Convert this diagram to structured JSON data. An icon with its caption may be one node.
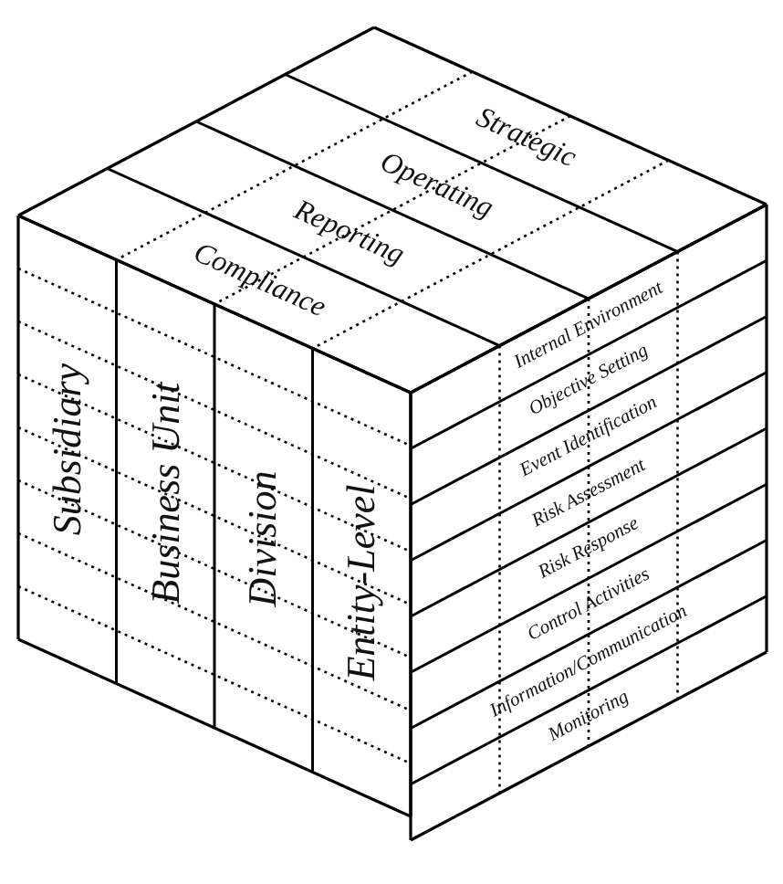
{
  "diagram": {
    "labels": [
      "Strategic",
      "Operating",
      "Reporting",
      "Compliance",
      "Subsidiary",
      "Business Unit",
      "Division",
      "Entity-Level",
      "Internal Environment",
      "Objective Setting",
      "Event Identification",
      "Risk Assessment",
      "Risk Response",
      "Control Activities",
      "Information/Communication",
      "Monitoring"
    ]
  }
}
